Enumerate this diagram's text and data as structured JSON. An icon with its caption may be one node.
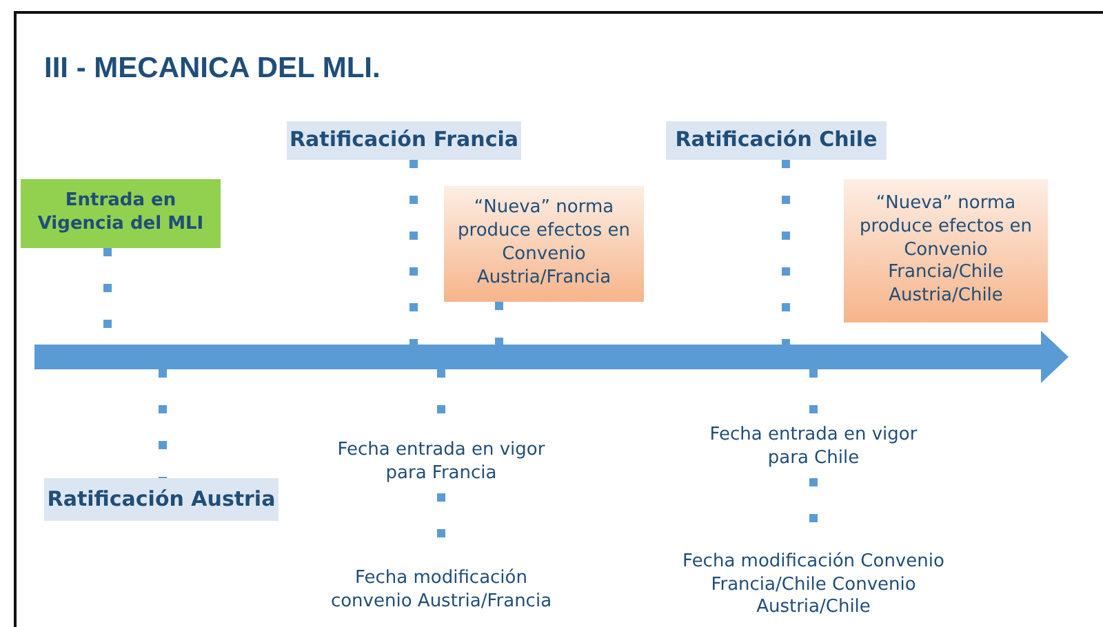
{
  "diagram": {
    "title": "III - MECANICA DEL MLI.",
    "nodes": [
      {
        "text": [
          "Entrada en Vigencia del MLI"
        ]
      },
      {
        "text": [
          "Ratificación Francia"
        ]
      },
      {
        "text": [
          "“Nueva” norma produce efectos en Convenio Austria/Francia"
        ]
      },
      {
        "text": [
          "Ratificación Chile"
        ]
      },
      {
        "text": [
          "“Nueva” norma produce efectos en Convenio Francia/Chile Austria/Chile"
        ]
      },
      {
        "text": [],
        "shape": "bar"
      },
      {
        "text": [
          "Ratificación Austria"
        ]
      },
      {
        "text": [
          "Fecha entrada en vigor para Francia"
        ]
      },
      {
        "text": [
          "Fecha modificación convenio Austria/Francia"
        ]
      },
      {
        "text": [
          "Fecha entrada en vigor para Chile"
        ]
      },
      {
        "text": [
          "Fecha modificación Convenio Francia/Chile Convenio Austria/Chile"
        ]
      }
    ],
    "edges": [
      {
        "from": 0,
        "to": 5,
        "arrow": "none",
        "style": "dashed"
      },
      {
        "from": 1,
        "to": 5,
        "arrow": "none",
        "style": "dashed"
      },
      {
        "from": 2,
        "to": 5,
        "arrow": "none",
        "style": "dashed"
      },
      {
        "from": 3,
        "to": 5,
        "arrow": "none",
        "style": "dashed"
      },
      {
        "from": 5,
        "to": 6,
        "arrow": "none",
        "style": "dashed"
      },
      {
        "from": 5,
        "to": 7,
        "arrow": "none",
        "style": "dashed"
      },
      {
        "from": 7,
        "to": 8,
        "arrow": "none",
        "style": "dashed"
      },
      {
        "from": 5,
        "to": 9,
        "arrow": "none",
        "style": "dashed"
      },
      {
        "from": 9,
        "to": 10,
        "arrow": "none",
        "style": "dashed"
      }
    ]
  }
}
